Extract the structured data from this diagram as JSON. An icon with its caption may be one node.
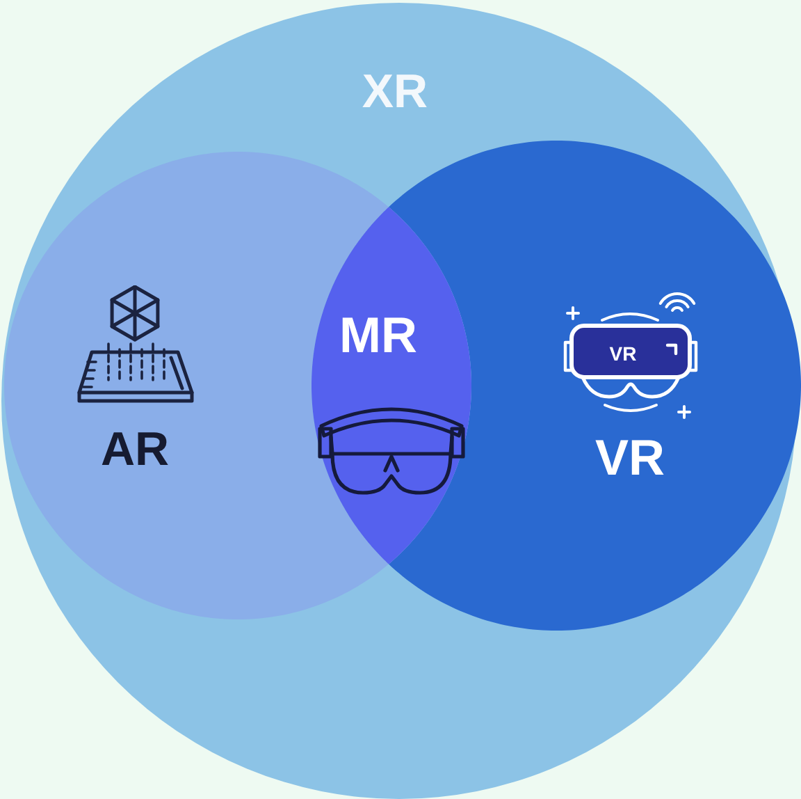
{
  "diagram": {
    "nodes": [
      {
        "text": [
          "XR"
        ]
      },
      {
        "text": [
          "AR"
        ],
        "in": 0
      },
      {
        "text": [
          "MR"
        ],
        "in": 0
      },
      {
        "text": [
          "VR"
        ],
        "in": 0
      }
    ],
    "labels": [
      "VR"
    ]
  }
}
